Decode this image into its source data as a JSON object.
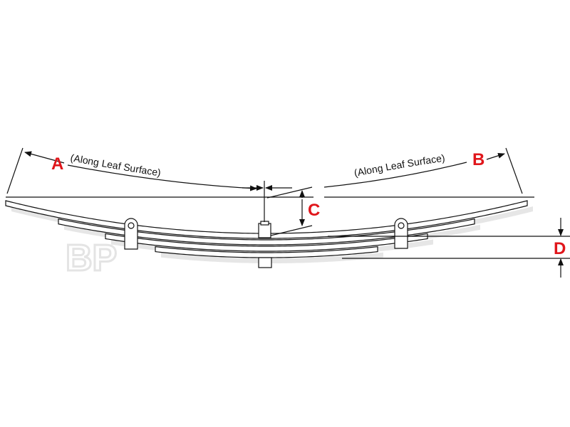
{
  "diagram": {
    "labels": {
      "a": "A",
      "b": "B",
      "c": "C",
      "d": "D"
    },
    "note_a": "(Along Leaf Surface)",
    "note_b": "(Along Leaf Surface)",
    "watermark": "BP",
    "colors": {
      "label": "#e0161b",
      "line": "#111111",
      "leaf_fill": "#ffffff",
      "shadow": "#e6e6e6",
      "watermark": "#e4e4e4"
    },
    "leaf_count": 4
  }
}
